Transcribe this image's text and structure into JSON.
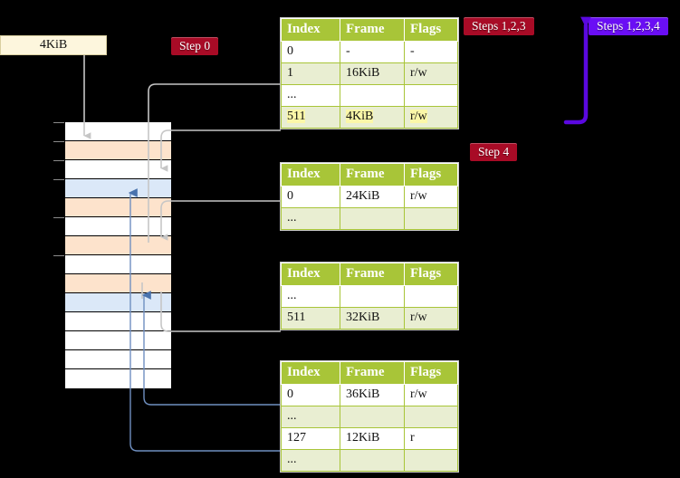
{
  "diagram": {
    "title_badges": {
      "step0": "Step 0",
      "step4": "Step 4",
      "steps123": "Steps 1,2,3",
      "steps1234": "Steps 1,2,3,4"
    },
    "memory_label": "4KiB",
    "colors": {
      "badge_crimson": "#a80b26",
      "badge_violet": "#6a0ef5",
      "table_header_green": "#a8c538",
      "table_alt_row": "#e9eed2",
      "highlight_yellow": "#fbf7a8",
      "mem_peach": "#fde3cc",
      "mem_blue": "#dbe8f8",
      "wire_gray": "#b6b6b6",
      "wire_blue": "#5a7fb5",
      "box_cream": "#fdf6dd"
    },
    "memory_column": {
      "rows": [
        {
          "fill": "white"
        },
        {
          "fill": "peach"
        },
        {
          "fill": "white"
        },
        {
          "fill": "blue"
        },
        {
          "fill": "peach"
        },
        {
          "fill": "white"
        },
        {
          "fill": "peach"
        },
        {
          "fill": "white"
        },
        {
          "fill": "peach"
        },
        {
          "fill": "blue"
        },
        {
          "fill": "white"
        },
        {
          "fill": "white"
        },
        {
          "fill": "white"
        },
        {
          "fill": "white"
        }
      ]
    },
    "tables": [
      {
        "name": "page-table-level-1",
        "headers": [
          "Index",
          "Frame",
          "Flags"
        ],
        "rows": [
          {
            "cells": [
              "0",
              "-",
              "-"
            ],
            "style": "plain",
            "highlight": false
          },
          {
            "cells": [
              "1",
              "16KiB",
              "r/w"
            ],
            "style": "alt",
            "highlight": false
          },
          {
            "cells": [
              "...",
              "",
              ""
            ],
            "style": "plain",
            "highlight": false
          },
          {
            "cells": [
              "511",
              "4KiB",
              "r/w"
            ],
            "style": "alt",
            "highlight": true
          }
        ]
      },
      {
        "name": "page-table-level-2",
        "headers": [
          "Index",
          "Frame",
          "Flags"
        ],
        "rows": [
          {
            "cells": [
              "0",
              "24KiB",
              "r/w"
            ],
            "style": "plain",
            "highlight": false
          },
          {
            "cells": [
              "...",
              "",
              ""
            ],
            "style": "alt",
            "highlight": false
          }
        ]
      },
      {
        "name": "page-table-level-3",
        "headers": [
          "Index",
          "Frame",
          "Flags"
        ],
        "rows": [
          {
            "cells": [
              "...",
              "",
              ""
            ],
            "style": "plain",
            "highlight": false
          },
          {
            "cells": [
              "511",
              "32KiB",
              "r/w"
            ],
            "style": "alt",
            "highlight": false
          }
        ]
      },
      {
        "name": "page-table-level-4",
        "headers": [
          "Index",
          "Frame",
          "Flags"
        ],
        "rows": [
          {
            "cells": [
              "0",
              "36KiB",
              "r/w"
            ],
            "style": "plain",
            "highlight": false
          },
          {
            "cells": [
              "...",
              "",
              ""
            ],
            "style": "alt",
            "highlight": false
          },
          {
            "cells": [
              "127",
              "12KiB",
              "r"
            ],
            "style": "plain",
            "highlight": false
          },
          {
            "cells": [
              "...",
              "",
              ""
            ],
            "style": "alt",
            "highlight": false
          }
        ]
      }
    ]
  }
}
